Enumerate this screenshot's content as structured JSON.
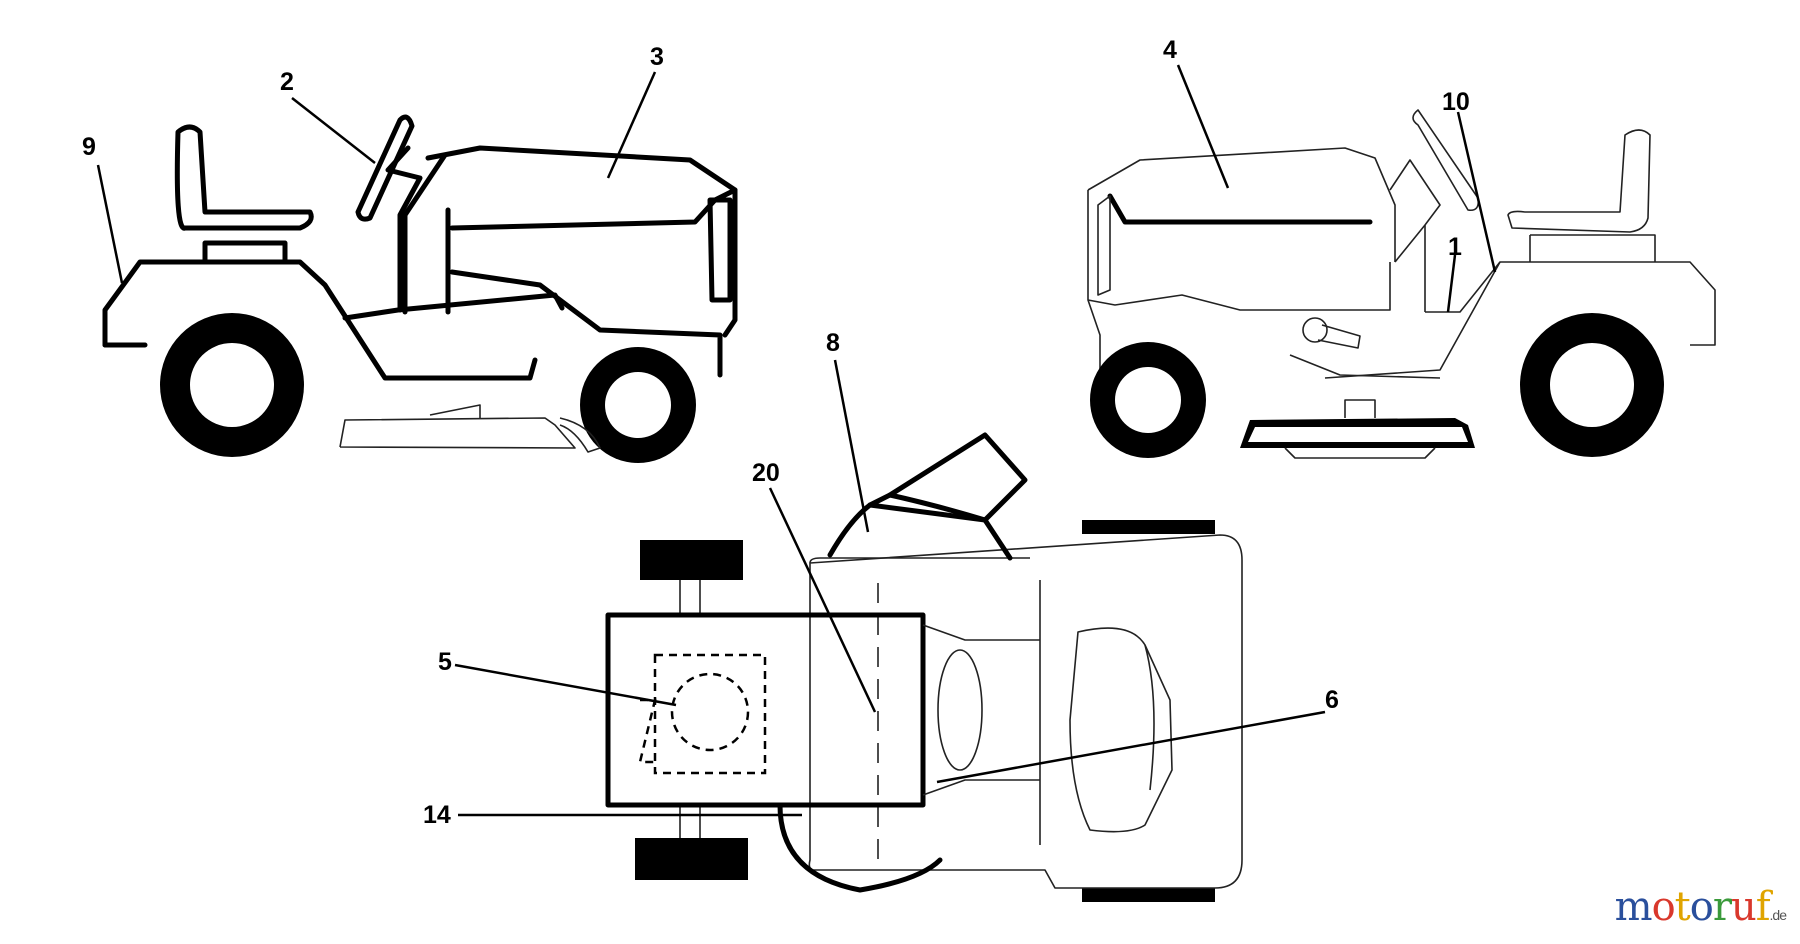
{
  "callouts": [
    {
      "id": "1",
      "label": "1"
    },
    {
      "id": "2",
      "label": "2"
    },
    {
      "id": "3",
      "label": "3"
    },
    {
      "id": "4",
      "label": "4"
    },
    {
      "id": "5",
      "label": "5"
    },
    {
      "id": "6",
      "label": "6"
    },
    {
      "id": "8",
      "label": "8"
    },
    {
      "id": "9",
      "label": "9"
    },
    {
      "id": "10",
      "label": "10"
    },
    {
      "id": "14",
      "label": "14"
    },
    {
      "id": "20",
      "label": "20"
    }
  ],
  "watermark": {
    "letters": [
      {
        "ch": "m",
        "color": "#2a4f9c"
      },
      {
        "ch": "o",
        "color": "#d9382c"
      },
      {
        "ch": "t",
        "color": "#e0a400"
      },
      {
        "ch": "o",
        "color": "#2a4f9c"
      },
      {
        "ch": "r",
        "color": "#3a9a3a"
      },
      {
        "ch": "u",
        "color": "#d9382c"
      },
      {
        "ch": "f",
        "color": "#e0a400"
      }
    ],
    "suffix": ".de"
  }
}
